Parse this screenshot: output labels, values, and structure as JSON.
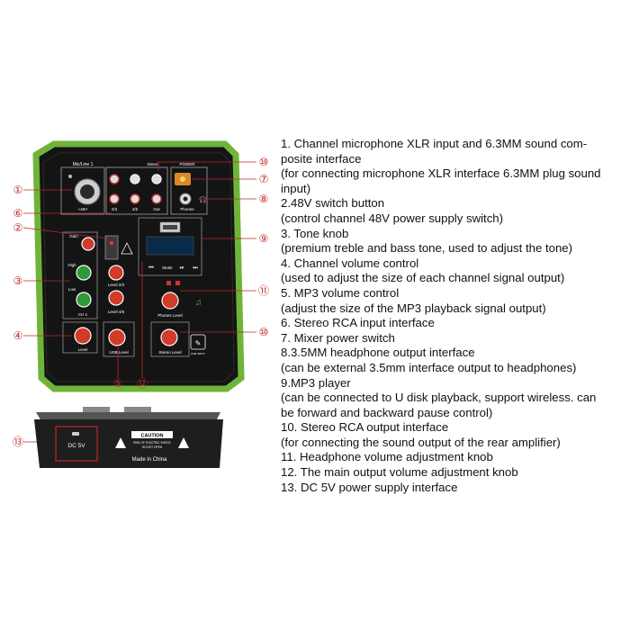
{
  "panel": {
    "mic_line_label": "Mic/Line 1",
    "phantom_label": "+48V",
    "stereo_label": "Stereo",
    "power_label": "POWER",
    "rca_23": "2/3",
    "rca_45": "4/5",
    "out_label": "Out",
    "phones_label": "Phones",
    "gain_label": "Gain",
    "high_label": "High",
    "low_label": "Low",
    "ch1_label": "CH 1",
    "level_label": "Level",
    "level_23": "Level 2/3",
    "level_45": "Level 4/5",
    "mode_label": "Mode",
    "phones_level": "Phones Level",
    "usb_level": "USB Level",
    "stereo_level": "Stereo Level",
    "usb_small": "USB INPUT"
  },
  "rear": {
    "dc_label": "DC 5V",
    "caution_title": "CAUTION",
    "caution_line1": "RISK OF ELECTRIC SHOCK",
    "caution_line2": "DO NOT OPEN",
    "made_in": "Made in China"
  },
  "callouts": [
    "①",
    "②",
    "③",
    "④",
    "⑤",
    "⑥",
    "⑦",
    "⑧",
    "⑨",
    "⑩",
    "⑪",
    "⑫",
    "⑬"
  ],
  "description_lines": [
    "1. Channel microphone XLR input and 6.3MM sound com-",
    "posite interface",
    "(for connecting microphone XLR interface 6.3MM plug sound",
    "input)",
    "2.48V switch button",
    "(control channel 48V power supply switch)",
    "3. Tone knob",
    "(premium treble and bass tone, used to adjust the tone)",
    "4. Channel volume control",
    "(used to adjust the size of each channel signal output)",
    "5. MP3 volume control",
    "(adjust the size of the MP3 playback signal output)",
    "6. Stereo RCA input interface",
    "7. Mixer power switch",
    "8.3.5MM headphone output interface",
    "(can be external 3.5mm interface output to headphones)",
    "9.MP3 player",
    "(can be connected to U disk playback, support wireless. can",
    "be forward and backward pause control)",
    "10. Stereo RCA output interface",
    "(for connecting the sound output of the rear amplifier)",
    "11. Headphone volume adjustment knob",
    "12. The main output volume adjustment knob",
    "13. DC 5V power supply interface"
  ],
  "colors": {
    "panel": "#141414",
    "rim": "#7fc44a",
    "knob_red": "#d23a2a",
    "knob_green": "#2f9a3a",
    "callout": "#c0262a"
  }
}
